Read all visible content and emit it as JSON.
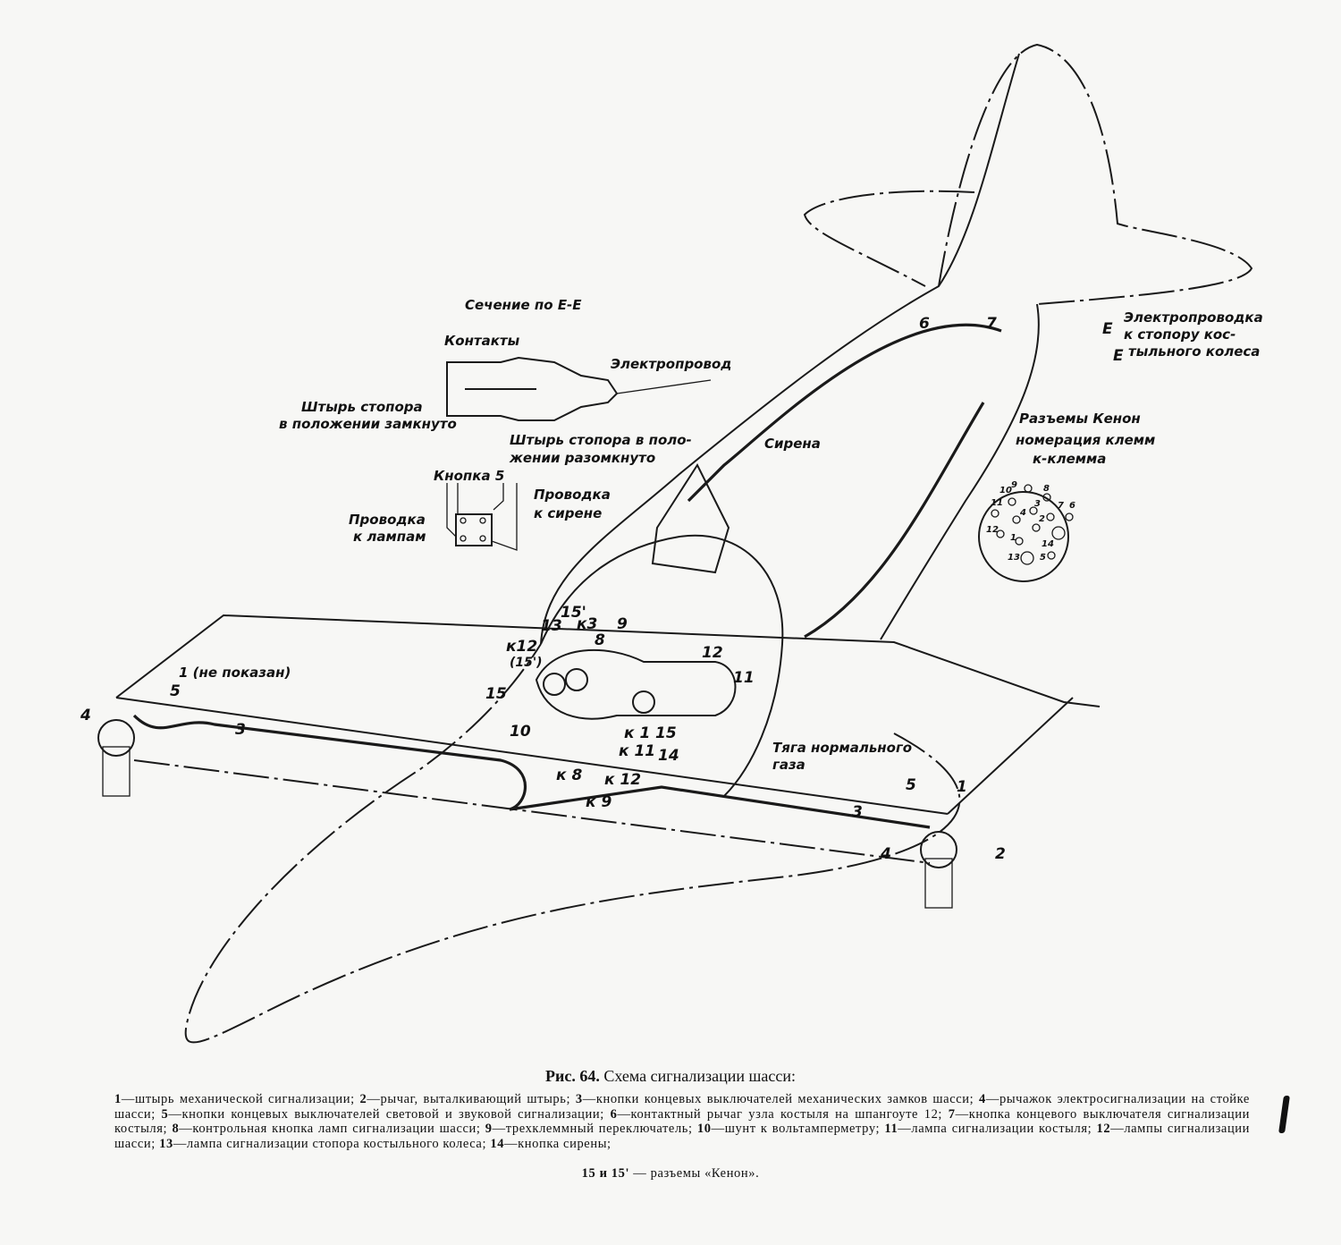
{
  "figure": {
    "type": "technical-schematic",
    "subject": "landing gear signalling system of aircraft (perspective cutaway view)"
  },
  "section_view": {
    "title": "Сечение по Е-Е",
    "labels": {
      "contacts": "Контакты",
      "wire": "Электропровод",
      "pin_closed_line1": "Штырь стопора",
      "pin_closed_line2": "в положении замкнуто",
      "pin_open_line1": "Штырь стопора в поло-",
      "pin_open_line2": "жении разомкнуто"
    }
  },
  "button_detail": {
    "title": "Кнопка 5",
    "to_lamps_line1": "Проводка",
    "to_lamps_line2": "к лампам",
    "to_siren_line1": "Проводка",
    "to_siren_line2": "к сирене"
  },
  "tail_labels": {
    "siren": "Сирена",
    "tailwheel_wire_line1": "Электропроводка",
    "tailwheel_wire_line2": "к стопору кос-",
    "tailwheel_wire_line3": "тыльного колеса",
    "section_mark_1": "E",
    "section_mark_2": "E",
    "num_6": "6",
    "num_7": "7"
  },
  "connector": {
    "title_line1": "Разъемы Кенон",
    "title_line2": "номерация клемм",
    "title_line3": "к-клемма",
    "pins": [
      "1",
      "2",
      "3",
      "4",
      "5",
      "6",
      "7",
      "8",
      "9",
      "10",
      "11",
      "12",
      "13",
      "14"
    ]
  },
  "cockpit_labels": {
    "n13": "13",
    "n15p": "15'",
    "k3": "к3",
    "n8": "8",
    "n9": "9",
    "k12_15p_line1": "к12",
    "k12_15p_line2": "(15')",
    "n15_left": "15",
    "n12": "12",
    "n11": "11",
    "n10": "10",
    "k1": "к 1",
    "n15_right": "15",
    "k11": "к 11",
    "n14": "14",
    "k8": "к 8",
    "k12": "к 12",
    "k9": "к 9",
    "throttle_line1": "Тяга нормального",
    "throttle_line2": "газа"
  },
  "wing_labels": {
    "left_n1": "1 (не показан)",
    "left_n5": "5",
    "left_n4": "4",
    "left_n3": "3",
    "right_n3": "3",
    "right_n5": "5",
    "right_n1": "1",
    "right_n4": "4",
    "right_n2": "2"
  },
  "caption": {
    "figure_number": "Рис. 64.",
    "title": "Схема сигнализации шасси:",
    "legend": [
      {
        "n": "1",
        "text": "штырь механической сигнализации;"
      },
      {
        "n": "2",
        "text": "рычаг, выталкивающий штырь;"
      },
      {
        "n": "3",
        "text": "кнопки концевых выключателей механических замков шасси;"
      },
      {
        "n": "4",
        "text": "рычажок электросигнализации на стойке шасси;"
      },
      {
        "n": "5",
        "text": "кнопки концевых выключателей световой и звуковой сигнализации;"
      },
      {
        "n": "6",
        "text": "контактный рычаг узла костыля на шпангоуте 12;"
      },
      {
        "n": "7",
        "text": "кнопка концевого выключателя сигнализации костыля;"
      },
      {
        "n": "8",
        "text": "контрольная кнопка ламп сигнализации шасси;"
      },
      {
        "n": "9",
        "text": "трехклеммный переключатель;"
      },
      {
        "n": "10",
        "text": "шунт к вольтамперметру;"
      },
      {
        "n": "11",
        "text": "лампа сигнализации костыля;"
      },
      {
        "n": "12",
        "text": "лампы сигнализации шасси;"
      },
      {
        "n": "13",
        "text": "лампа сигнализации стопора костыльного колеса;"
      },
      {
        "n": "14",
        "text": "кнопка сирены;"
      }
    ],
    "last_line": {
      "n": "15 и 15'",
      "text": "разъемы «Кенон»."
    }
  }
}
